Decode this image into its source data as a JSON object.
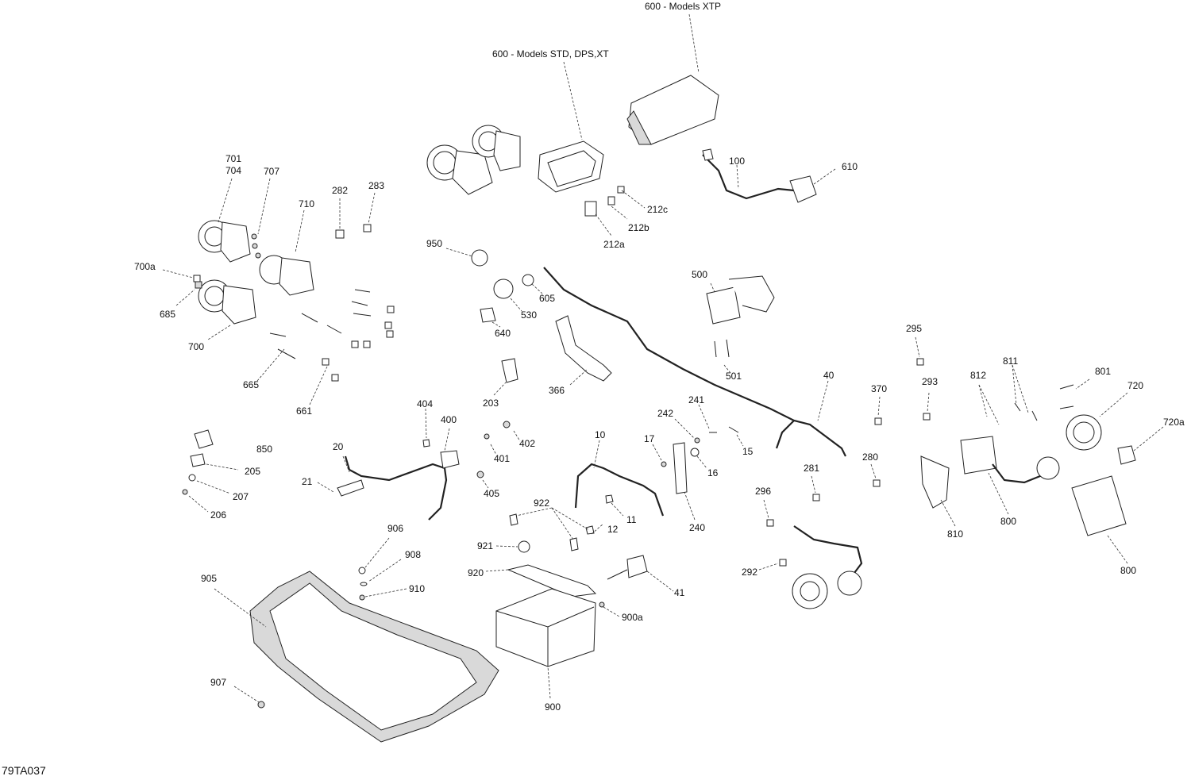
{
  "diagram": {
    "id_label": "79TA037",
    "parts": [
      {
        "key": "600_xtp",
        "label": "600 - Models XTP"
      },
      {
        "key": "600_std",
        "label": "600 - Models STD, DPS,XT"
      },
      {
        "key": "100",
        "label": "100"
      },
      {
        "key": "610",
        "label": "610"
      },
      {
        "key": "212c",
        "label": "212c"
      },
      {
        "key": "212b",
        "label": "212b"
      },
      {
        "key": "212a",
        "label": "212a"
      },
      {
        "key": "701",
        "label": "701"
      },
      {
        "key": "704",
        "label": "704"
      },
      {
        "key": "707",
        "label": "707"
      },
      {
        "key": "710",
        "label": "710"
      },
      {
        "key": "282",
        "label": "282"
      },
      {
        "key": "283",
        "label": "283"
      },
      {
        "key": "700a",
        "label": "700a"
      },
      {
        "key": "685",
        "label": "685"
      },
      {
        "key": "700",
        "label": "700"
      },
      {
        "key": "665",
        "label": "665"
      },
      {
        "key": "661",
        "label": "661"
      },
      {
        "key": "950",
        "label": "950"
      },
      {
        "key": "605",
        "label": "605"
      },
      {
        "key": "530",
        "label": "530"
      },
      {
        "key": "640",
        "label": "640"
      },
      {
        "key": "366",
        "label": "366"
      },
      {
        "key": "203",
        "label": "203"
      },
      {
        "key": "500",
        "label": "500"
      },
      {
        "key": "501",
        "label": "501"
      },
      {
        "key": "40",
        "label": "40"
      },
      {
        "key": "295",
        "label": "295"
      },
      {
        "key": "293",
        "label": "293"
      },
      {
        "key": "370",
        "label": "370"
      },
      {
        "key": "812",
        "label": "812"
      },
      {
        "key": "811",
        "label": "811"
      },
      {
        "key": "801",
        "label": "801"
      },
      {
        "key": "720",
        "label": "720"
      },
      {
        "key": "720a",
        "label": "720a"
      },
      {
        "key": "404",
        "label": "404"
      },
      {
        "key": "400",
        "label": "400"
      },
      {
        "key": "402",
        "label": "402"
      },
      {
        "key": "401",
        "label": "401"
      },
      {
        "key": "405",
        "label": "405"
      },
      {
        "key": "850",
        "label": "850"
      },
      {
        "key": "205",
        "label": "205"
      },
      {
        "key": "207",
        "label": "207"
      },
      {
        "key": "206",
        "label": "206"
      },
      {
        "key": "20",
        "label": "20"
      },
      {
        "key": "21",
        "label": "21"
      },
      {
        "key": "10",
        "label": "10"
      },
      {
        "key": "17",
        "label": "17"
      },
      {
        "key": "242",
        "label": "242"
      },
      {
        "key": "241",
        "label": "241"
      },
      {
        "key": "16",
        "label": "16"
      },
      {
        "key": "15",
        "label": "15"
      },
      {
        "key": "240",
        "label": "240"
      },
      {
        "key": "11",
        "label": "11"
      },
      {
        "key": "12",
        "label": "12"
      },
      {
        "key": "922",
        "label": "922"
      },
      {
        "key": "921",
        "label": "921"
      },
      {
        "key": "920",
        "label": "920"
      },
      {
        "key": "41",
        "label": "41"
      },
      {
        "key": "900a",
        "label": "900a"
      },
      {
        "key": "900",
        "label": "900"
      },
      {
        "key": "280",
        "label": "280"
      },
      {
        "key": "281",
        "label": "281"
      },
      {
        "key": "296",
        "label": "296"
      },
      {
        "key": "292",
        "label": "292"
      },
      {
        "key": "810",
        "label": "810"
      },
      {
        "key": "800_a",
        "label": "800"
      },
      {
        "key": "800_b",
        "label": "800"
      },
      {
        "key": "906",
        "label": "906"
      },
      {
        "key": "908",
        "label": "908"
      },
      {
        "key": "910",
        "label": "910"
      },
      {
        "key": "905",
        "label": "905"
      },
      {
        "key": "907",
        "label": "907"
      }
    ]
  }
}
